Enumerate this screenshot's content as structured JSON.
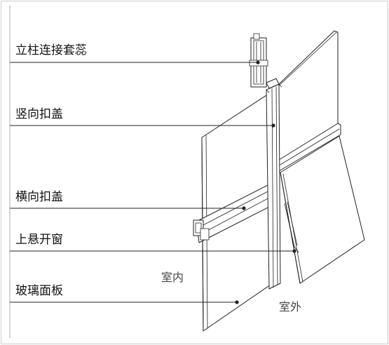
{
  "labels": {
    "column_sleeve": "立柱连接套蕊",
    "vertical_cover": "竖向扣盖",
    "horizontal_cover": "横向扣盖",
    "top_hung_window": "上悬开窗",
    "glass_panel": "玻璃面板"
  },
  "rooms": {
    "interior": "室内",
    "exterior": "室外"
  },
  "colors": {
    "line": "#222222",
    "background": "#ffffff",
    "text": "#111111",
    "room_text": "#444444"
  }
}
